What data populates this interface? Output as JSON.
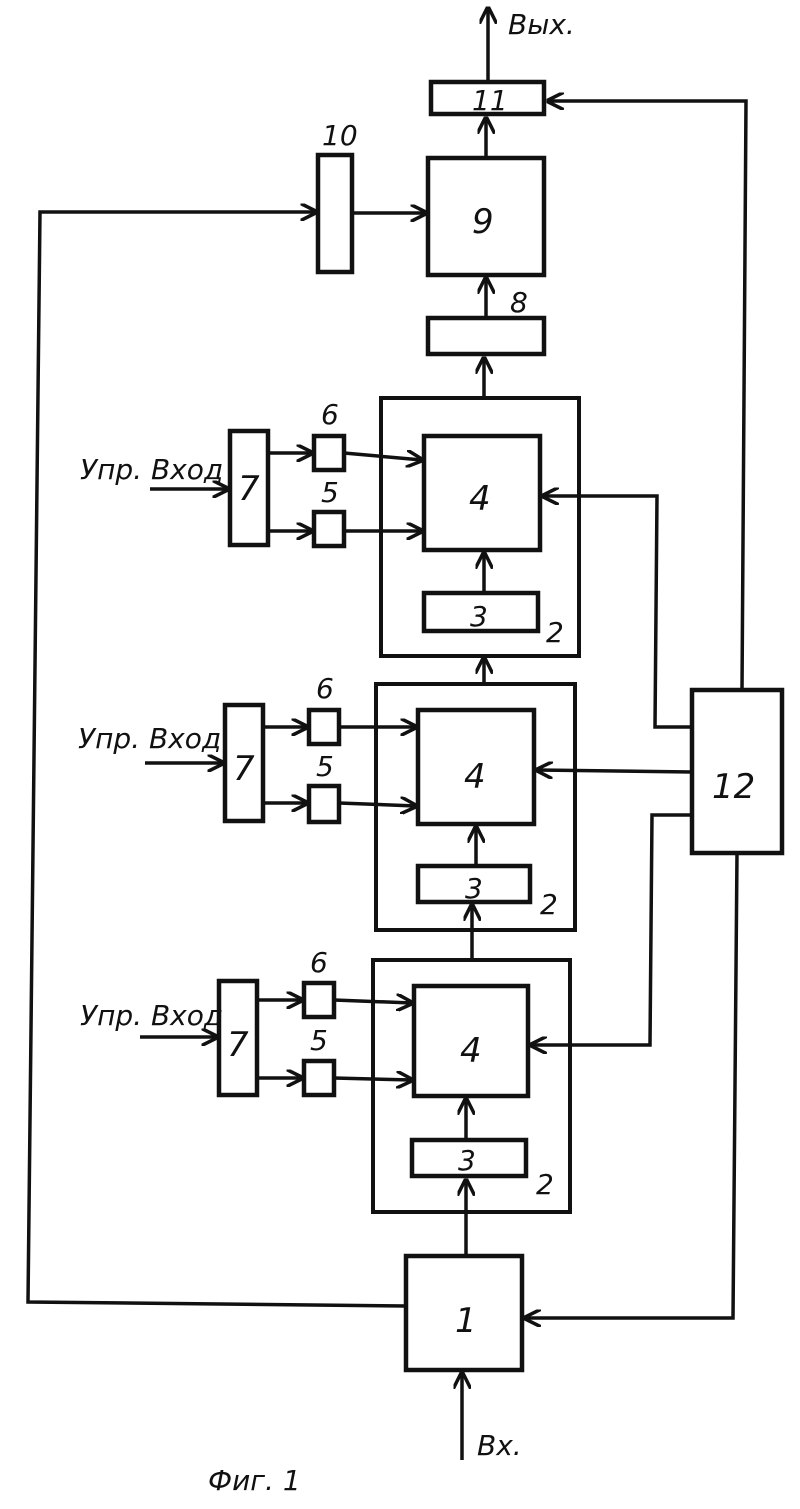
{
  "blocks": {
    "b1": "1",
    "b2": "2",
    "b3": "3",
    "b4": "4",
    "b5": "5",
    "b6": "6",
    "b7": "7",
    "b8": "8",
    "b9": "9",
    "b10": "10",
    "b11": "11",
    "b12": "12"
  },
  "signals": {
    "input": "Вх.",
    "output": "Вых.",
    "control_input": "Упр. Вход"
  },
  "caption": "Фиг. 1"
}
